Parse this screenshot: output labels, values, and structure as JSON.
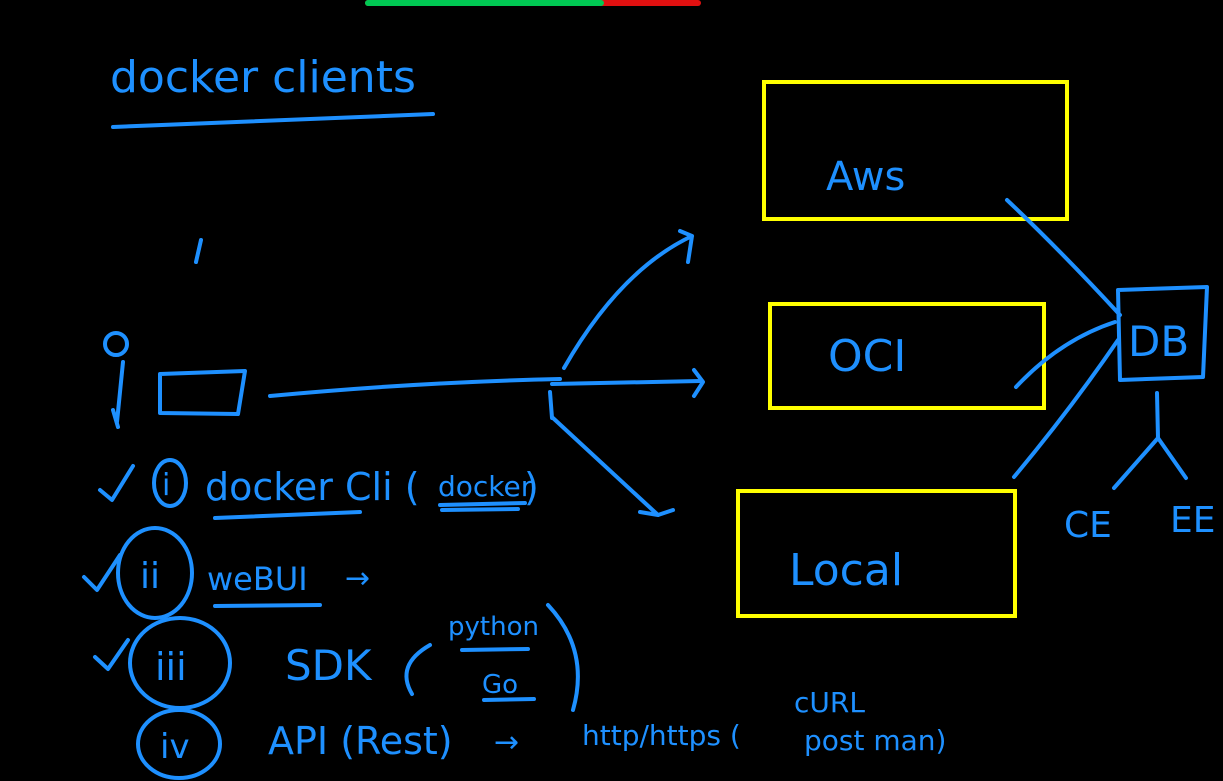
{
  "colors": {
    "background": "#000000",
    "ink": "#1e90ff",
    "box_outline": "#ffff00",
    "progress_filled": "#00c853",
    "progress_remaining": "#e01010"
  },
  "progress": {
    "fraction": 0.71
  },
  "heading": "docker clients",
  "clients": [
    {
      "num": "i",
      "label": "docker Cli (",
      "detail": "docker",
      "close": ")"
    },
    {
      "num": "ii",
      "label": "weBUI",
      "arrow": "→"
    },
    {
      "num": "iii",
      "label": "SDK",
      "langs": [
        "python",
        "Go"
      ]
    },
    {
      "num": "iv",
      "label": "API (Rest)",
      "arrow": "→",
      "protocol": "http/https (",
      "tools": [
        "cURL",
        "post man)"
      ]
    }
  ],
  "targets": [
    "Aws",
    "OCI",
    "Local"
  ],
  "db": {
    "label": "DB",
    "editions": [
      "CE",
      "EE"
    ]
  }
}
